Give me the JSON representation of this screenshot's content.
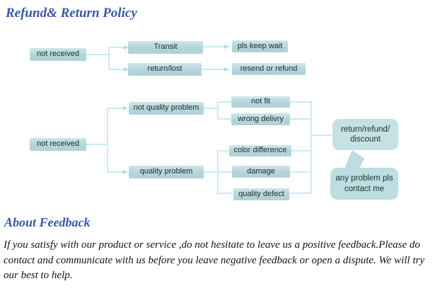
{
  "colors": {
    "accent_blue": "#3b58a8",
    "node_fill": "#b3d4da",
    "rounded_fill": "#c6e1e3",
    "bubble_fill": "#bcdde1",
    "connector_line": "#c7ecf3",
    "arrowhead": "#a8e0ea"
  },
  "refund_section": {
    "title": "Refund& Return Policy"
  },
  "flowchart": {
    "nodes": [
      {
        "id": "not-received-1",
        "label": "not received"
      },
      {
        "id": "transit",
        "label": "Transit"
      },
      {
        "id": "return-lost",
        "label": "return/lost"
      },
      {
        "id": "pls-keep-wait",
        "label": "pls keep wait"
      },
      {
        "id": "resend-or-refund",
        "label": "resend or refund"
      },
      {
        "id": "not-received-2",
        "label": "not received"
      },
      {
        "id": "not-quality-problem",
        "label": "not quality problem"
      },
      {
        "id": "quality-problem",
        "label": "quality problem"
      },
      {
        "id": "not-fit",
        "label": "not fit"
      },
      {
        "id": "wrong-delivry",
        "label": "wrong delivry"
      },
      {
        "id": "color-difference",
        "label": "color difference"
      },
      {
        "id": "damage",
        "label": "damage"
      },
      {
        "id": "quality-defect",
        "label": "quality defect"
      },
      {
        "id": "return-refund-discount",
        "label": "return/refund/ discount"
      },
      {
        "id": "any-problem-bubble",
        "label": "any problem pls contact me"
      }
    ]
  },
  "feedback_section": {
    "title": "About Feedback",
    "body": "If you satisfy with our product or service ,do not hesitate to leave us a positive feedback.Please do contact and communicate with us before you leave negative feedback or open a dispute. We will try our best to help."
  }
}
